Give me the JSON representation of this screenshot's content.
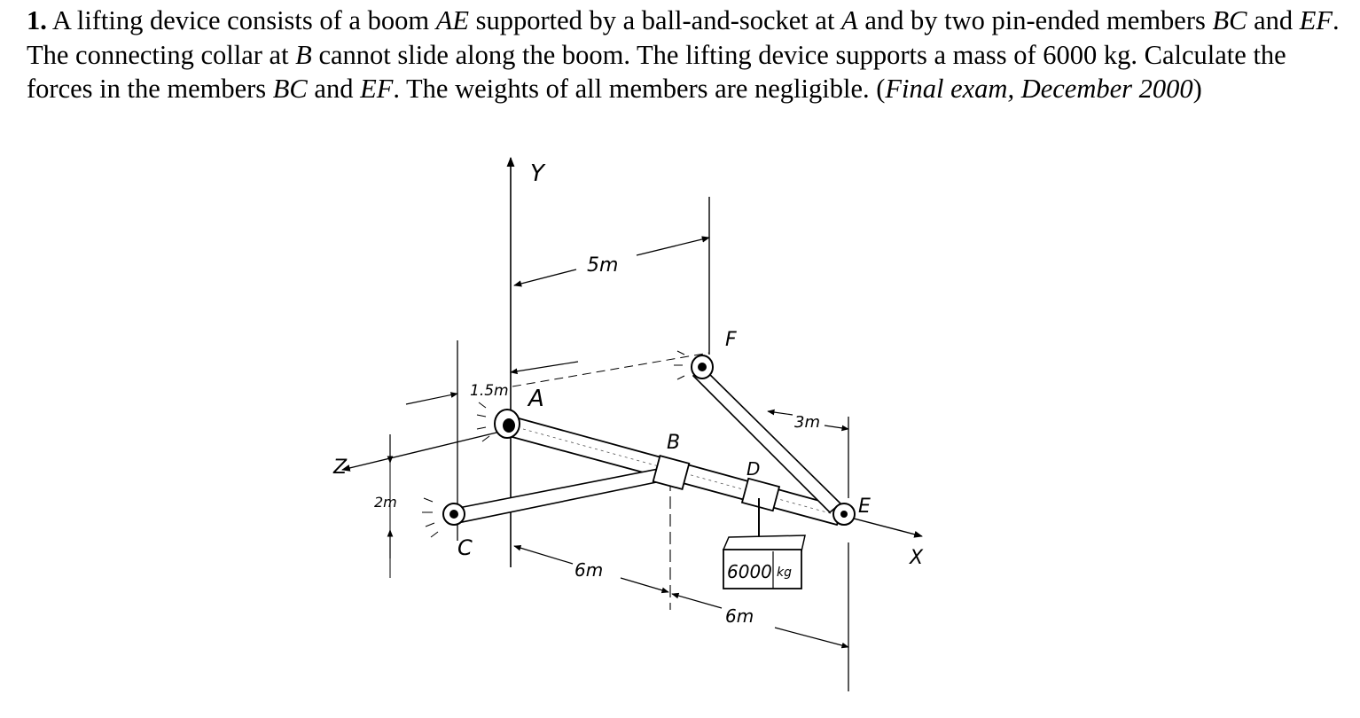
{
  "problem": {
    "number": "1.",
    "segments": [
      {
        "text": " A lifting device consists of a boom ",
        "style": "normal"
      },
      {
        "text": "AE",
        "style": "italic"
      },
      {
        "text": " supported by a ball-and-socket at ",
        "style": "normal"
      },
      {
        "text": "A",
        "style": "italic"
      },
      {
        "text": " and by two pin-ended members ",
        "style": "normal"
      },
      {
        "text": "BC",
        "style": "italic"
      },
      {
        "text": " and ",
        "style": "normal"
      },
      {
        "text": "EF",
        "style": "italic"
      },
      {
        "text": ". The connecting collar at ",
        "style": "normal"
      },
      {
        "text": "B",
        "style": "italic"
      },
      {
        "text": " cannot slide along the boom. The lifting device supports a mass of 6000 kg. Calculate the forces in the members ",
        "style": "normal"
      },
      {
        "text": "BC",
        "style": "italic"
      },
      {
        "text": " and ",
        "style": "normal"
      },
      {
        "text": "EF",
        "style": "italic"
      },
      {
        "text": ". The weights of all members are negligible. (",
        "style": "normal"
      },
      {
        "text": "Final exam, December 2000",
        "style": "italic"
      },
      {
        "text": ")",
        "style": "normal"
      }
    ]
  },
  "figure": {
    "axis_labels": {
      "y": "Y",
      "x": "X",
      "z": "Z"
    },
    "point_labels": {
      "a": "A",
      "b": "B",
      "c": "C",
      "d": "D",
      "e": "E",
      "f": "F"
    },
    "dimensions": {
      "ay_to_f": "5m",
      "a_offset": "1.5m",
      "e_offset": "3m",
      "z_height": "2m",
      "a_to_b": "6m",
      "b_to_e": "6m"
    },
    "load_label": "6000",
    "load_unit": "kg"
  }
}
